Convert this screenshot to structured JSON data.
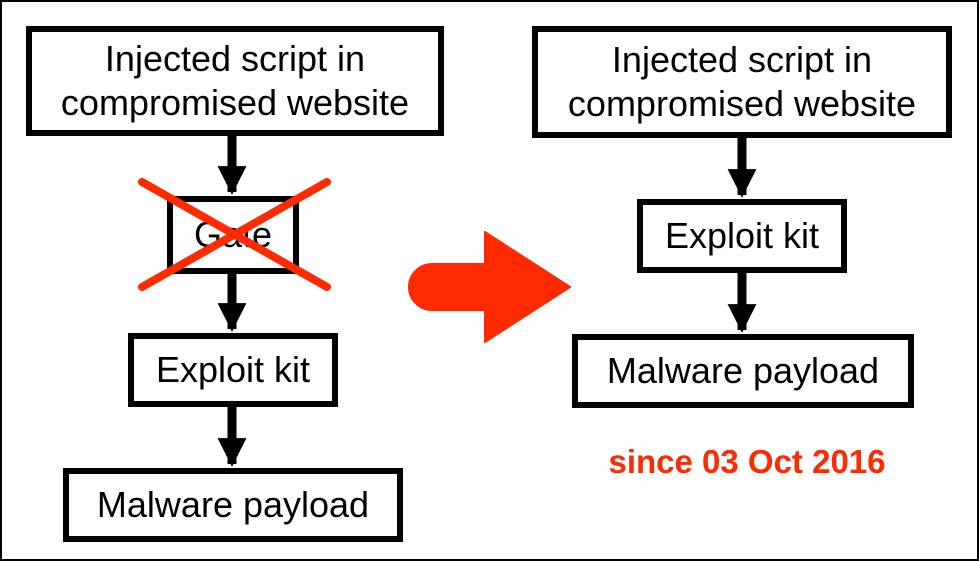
{
  "left_flow": {
    "injected_line1": "Injected script in",
    "injected_line2": "compromised website",
    "gate": "Gate",
    "exploit": "Exploit kit",
    "malware": "Malware payload"
  },
  "right_flow": {
    "injected_line1": "Injected script in",
    "injected_line2": "compromised website",
    "exploit": "Exploit kit",
    "malware": "Malware payload"
  },
  "since": "since 03 Oct 2016",
  "colors": {
    "accent": "#ff2a00",
    "ink": "#000000"
  }
}
